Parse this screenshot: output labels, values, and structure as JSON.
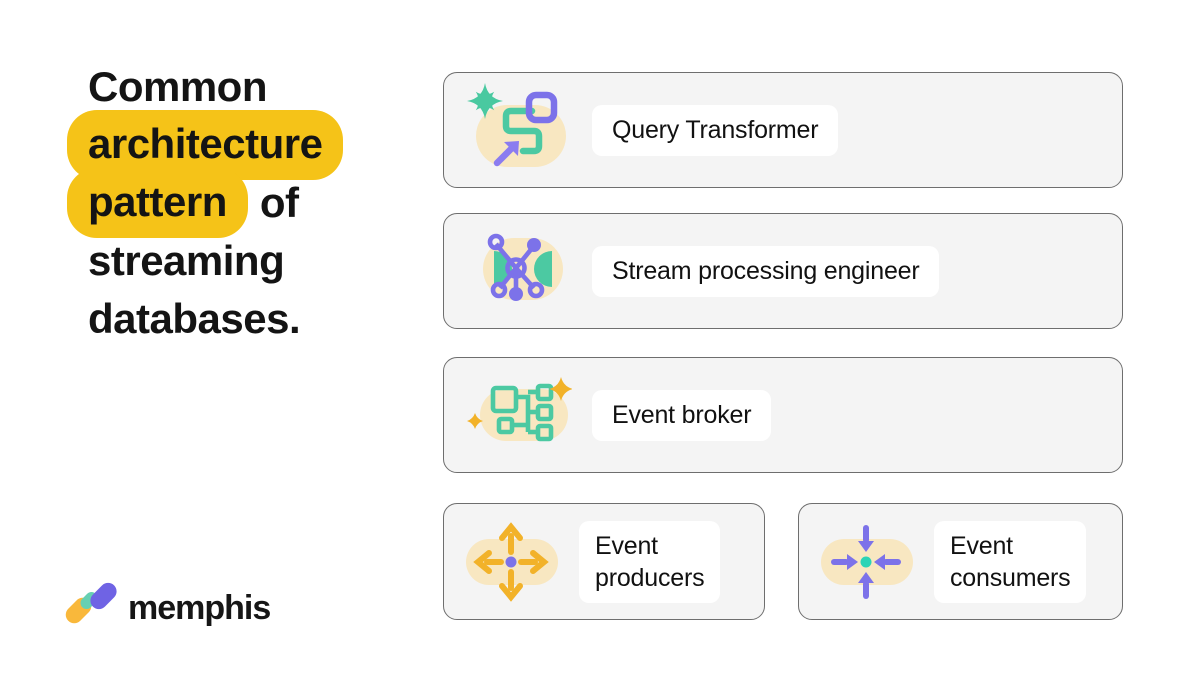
{
  "title": {
    "lines": [
      {
        "text": "Common",
        "highlight": false
      },
      {
        "text": "architecture",
        "highlight": true
      },
      {
        "text": "pattern",
        "highlight": true,
        "suffix": "of"
      },
      {
        "text": "streaming",
        "highlight": false
      },
      {
        "text": "databases.",
        "highlight": false
      }
    ],
    "highlight_color": "#F5C318",
    "text_color": "#141414"
  },
  "diagram": {
    "cards": [
      {
        "id": "query-transformer",
        "label": "Query Transformer",
        "icon": "query-transformer-icon"
      },
      {
        "id": "stream-processing",
        "label": "Stream processing engineer",
        "icon": "stream-processing-icon"
      },
      {
        "id": "event-broker",
        "label": "Event broker",
        "icon": "event-broker-icon"
      },
      {
        "id": "event-producers",
        "label": "Event producers",
        "icon": "event-producers-icon"
      },
      {
        "id": "event-consumers",
        "label": "Event consumers",
        "icon": "event-consumers-icon"
      }
    ],
    "card_background": "#F4F4F4",
    "card_border": "#6E6E6E",
    "label_background": "#FFFFFF"
  },
  "logo": {
    "text": "memphis",
    "mark_colors": {
      "yellow": "#F9B83B",
      "teal": "#66D0B2",
      "purple": "#6F63E4"
    }
  },
  "palette": {
    "accent_yellow": "#F5C318",
    "icon_cream": "#F8E7C1",
    "icon_teal": "#4CC9A2",
    "icon_purple": "#7C72E9",
    "icon_gold": "#F2B229",
    "dot_teal": "#2BD4B6",
    "page_background": "#FFFFFF"
  }
}
